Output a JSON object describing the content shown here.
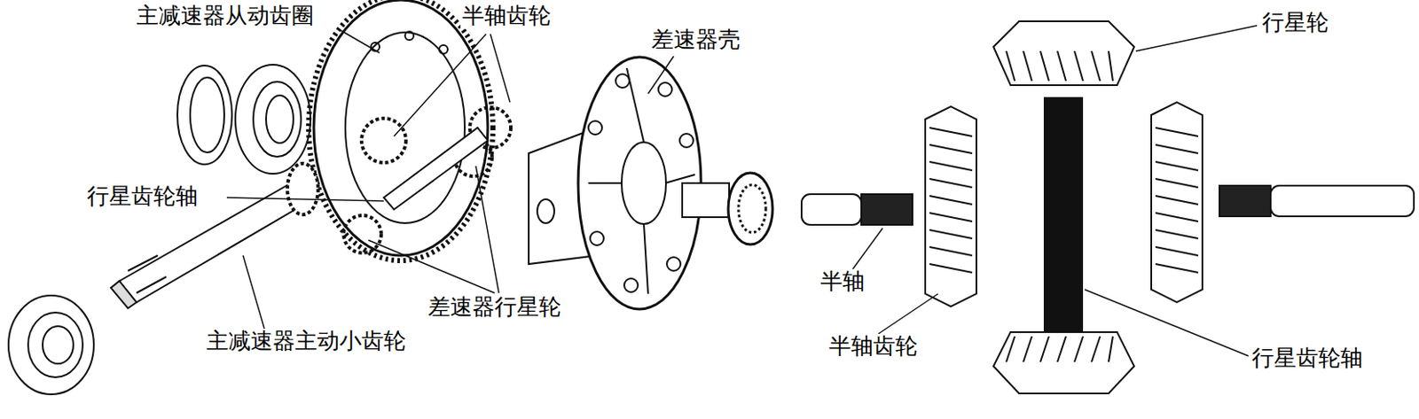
{
  "diagram": {
    "labels": [
      "主减速器从动齿圈",
      "半轴齿轮",
      "差速器壳",
      "行星轮",
      "行星齿轮轴",
      "差速器行星轮",
      "半轴",
      "主减速器主动小齿轮",
      "半轴齿轮",
      "行星齿轮轴"
    ]
  }
}
